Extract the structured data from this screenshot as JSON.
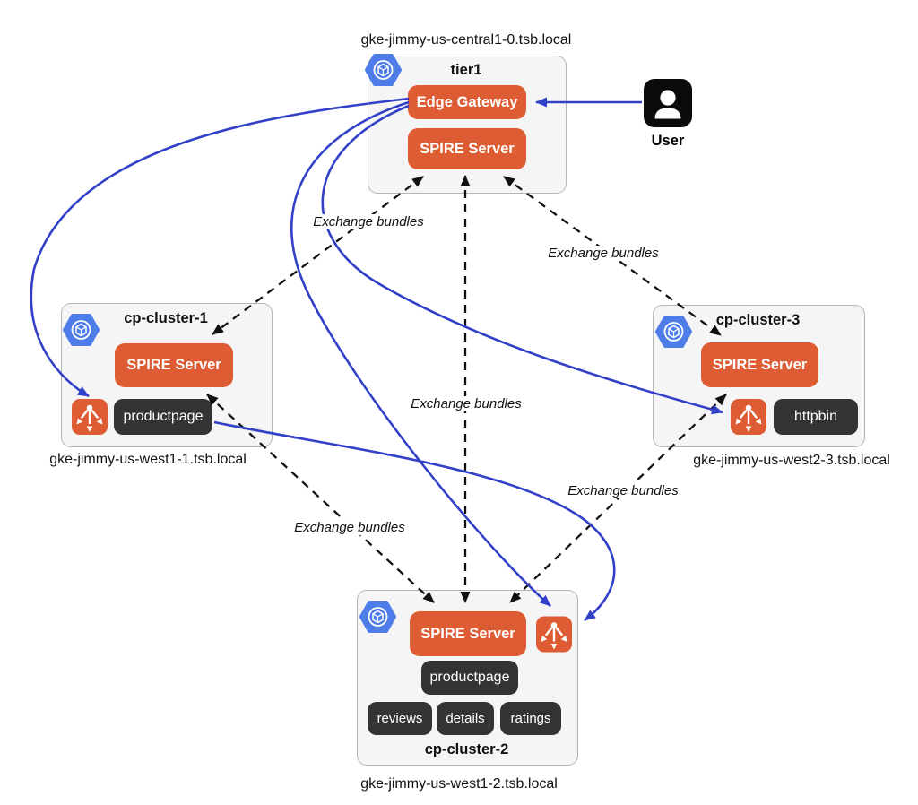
{
  "colors": {
    "accent_orange": "#DE5C33",
    "chip_dark": "#333333",
    "arrow_blue": "#3240C8",
    "gke_blue": "#4E7CE8",
    "cluster_bg": "#F5F5F5",
    "cluster_border": "#B5B5B5"
  },
  "labels": {
    "exchange_bundles": "Exchange bundles",
    "user": "User"
  },
  "tier1": {
    "dns": "gke-jimmy-us-central1-0.tsb.local",
    "title": "tier1",
    "edge_gateway": "Edge Gateway",
    "spire": "SPIRE Server"
  },
  "cluster1": {
    "dns": "gke-jimmy-us-west1-1.tsb.local",
    "title": "cp-cluster-1",
    "spire": "SPIRE Server",
    "workloads": [
      "productpage"
    ]
  },
  "cluster2": {
    "dns": "gke-jimmy-us-west1-2.tsb.local",
    "title": "cp-cluster-2",
    "spire": "SPIRE Server",
    "workloads": [
      "productpage",
      "reviews",
      "details",
      "ratings"
    ]
  },
  "cluster3": {
    "dns": "gke-jimmy-us-west2-3.tsb.local",
    "title": "cp-cluster-3",
    "spire": "SPIRE Server",
    "workloads": [
      "httpbin"
    ]
  },
  "edges": [
    {
      "from": "User",
      "to": "tier1 Edge Gateway",
      "type": "traffic"
    },
    {
      "from": "tier1 Edge Gateway",
      "to": "cp-cluster-1 ingress gateway",
      "type": "traffic"
    },
    {
      "from": "tier1 Edge Gateway",
      "to": "cp-cluster-2 ingress gateway",
      "type": "traffic"
    },
    {
      "from": "tier1 Edge Gateway",
      "to": "cp-cluster-3 ingress gateway",
      "type": "traffic"
    },
    {
      "from": "cp-cluster-1 productpage",
      "to": "cp-cluster-2 ingress gateway",
      "type": "traffic"
    },
    {
      "from": "tier1 SPIRE Server",
      "to": "cp-cluster-1 SPIRE Server",
      "type": "exchange-bundles"
    },
    {
      "from": "tier1 SPIRE Server",
      "to": "cp-cluster-2 SPIRE Server",
      "type": "exchange-bundles"
    },
    {
      "from": "tier1 SPIRE Server",
      "to": "cp-cluster-3 SPIRE Server",
      "type": "exchange-bundles"
    },
    {
      "from": "cp-cluster-1 SPIRE Server",
      "to": "cp-cluster-2 SPIRE Server",
      "type": "exchange-bundles"
    },
    {
      "from": "cp-cluster-3 SPIRE Server",
      "to": "cp-cluster-2 SPIRE Server",
      "type": "exchange-bundles"
    }
  ]
}
